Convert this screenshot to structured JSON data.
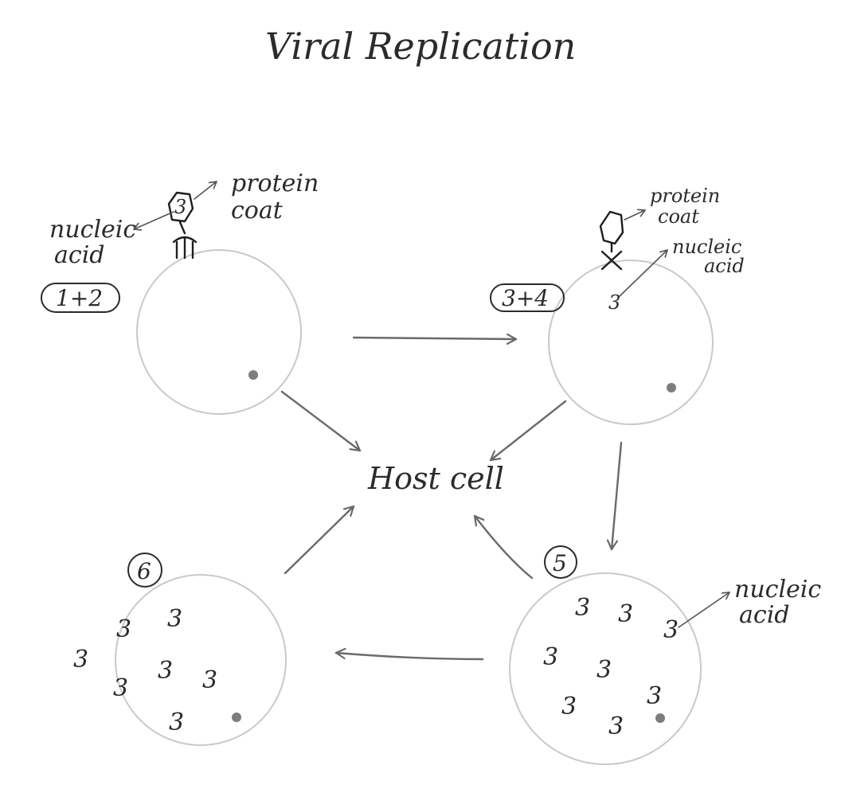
{
  "title": "Viral Replication",
  "center_label": "Host cell",
  "stages": {
    "s12": {
      "badge": "1+2",
      "pointer_labels": {
        "protein_coat_line1": "protein",
        "protein_coat_line2": "coat",
        "nucleic_acid_line1": "nucleic",
        "nucleic_acid_line2": "acid"
      }
    },
    "s34": {
      "badge": "3+4",
      "pointer_labels": {
        "protein_coat_line1": "protein",
        "protein_coat_line2": "coat",
        "nucleic_acid_line1": "nucleic",
        "nucleic_acid_line2": "acid"
      }
    },
    "s5": {
      "badge": "5",
      "pointer_labels": {
        "nucleic_acid_line1": "nucleic",
        "nucleic_acid_line2": "acid"
      }
    },
    "s6": {
      "badge": "6"
    }
  },
  "nucleic_acid_symbol": "3",
  "colors": {
    "cell_outline": "#c9c9c9",
    "nucleus": "#7d7d7d",
    "ink": "#2b2b2b",
    "arrow": "#6a6a6a"
  },
  "icons": [
    "bacteriophage-icon",
    "nucleic-acid-glyph",
    "arrow-icon"
  ]
}
